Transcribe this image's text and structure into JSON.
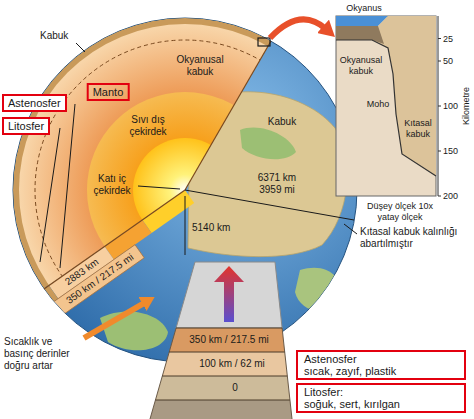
{
  "diagram": {
    "nodes": [
      {
        "text": [
          "Astenosfer"
        ]
      },
      {
        "text": [
          "Manto"
        ]
      },
      {
        "text": [
          "Litosfer"
        ]
      },
      {
        "text": [
          "Astenosfer",
          "sıcak, zayıf, plastik"
        ]
      },
      {
        "text": [
          "Litosfer:",
          "soğuk, sert, kırılgan"
        ]
      }
    ],
    "labels": [
      "Okyanus",
      "25",
      "Kabuk",
      "Okyanusal kabuk",
      "Okyanusal kabuk",
      "50",
      "Kabuk",
      "100",
      "Moho",
      "Kilometre",
      "Sıvı dış çekirdek",
      "150",
      "Kıtasal kabuk",
      "Katı iç çekirdek",
      "6371 km 3959 mi",
      "200",
      "Düşey ölçek 10x yatay ölçek",
      "5140 km",
      "Kıtasal kabuk kalınlığı abartılmıştır",
      "2883 km",
      "350 km / 217.5 mi",
      "Sıcaklık ve basınç derinler doğru artar",
      "350 km / 217.5 mi",
      "100 km / 62 mi",
      "0"
    ]
  }
}
